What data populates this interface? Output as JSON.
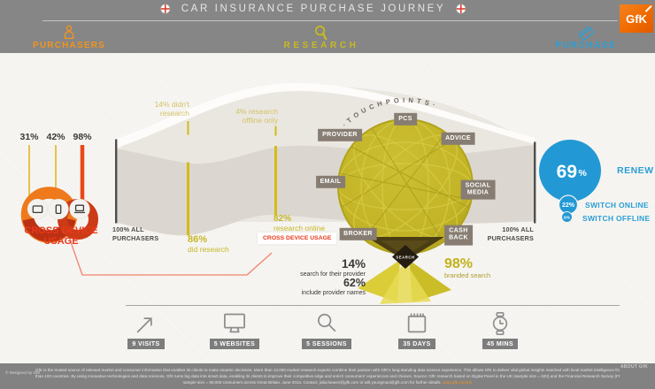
{
  "header": {
    "title": "CAR INSURANCE PURCHASE JOURNEY",
    "logo_text": "GfK",
    "stage_purchasers": "PURCHASERS",
    "stage_research": "RESEARCH",
    "stage_purchase": "PURCHASE"
  },
  "colors": {
    "purchasers_orange": "#f0941f",
    "research_yellow": "#c9b922",
    "purchase_blue": "#2299d5",
    "alert_red": "#e8391c",
    "globe_olive": "#c2b425",
    "band_gray": "#dbd6d0"
  },
  "cross_device": {
    "title": "CROSS DEVICE USAGE",
    "tablet_pct": "31%",
    "phone_pct": "42%",
    "laptop_pct": "98%",
    "mid_label": "CROSS DEVICE USAGE"
  },
  "flow": {
    "left_axis_line1": "100% ALL",
    "left_axis_line2": "PURCHASERS",
    "right_axis_line1": "100% ALL",
    "right_axis_line2": "PURCHASERS",
    "no_research_line1": "14% didn't",
    "no_research_line2": "research",
    "offline_only_line1": "4% research",
    "offline_only_line2": "offline only",
    "did_research_value": "86%",
    "did_research_label": "did research",
    "research_online_value": "82%",
    "research_online_label": "research online"
  },
  "touchpoints": {
    "arc_title": "· T O U C H P O I N T S ·",
    "pcs": "PCS",
    "provider": "PROVIDER",
    "advice": "ADVICE",
    "email": "EMAIL",
    "social_line1": "SOCIAL",
    "social_line2": "MEDIA",
    "broker": "BROKER",
    "cashback_line1": "CASH",
    "cashback_line2": "BACK",
    "search_label": "SEARCH"
  },
  "search_stats": {
    "provider_value": "14%",
    "provider_label": "search for their provider",
    "names_value": "62%",
    "names_label": "include provider names",
    "branded_value": "98%",
    "branded_label": "branded search"
  },
  "outcome": {
    "renew_value": "69",
    "renew_unit": "%",
    "renew_label": "RENEW",
    "switch_online_value": "22%",
    "switch_online_label": "SWITCH ONLINE",
    "switch_offline_value": "9%",
    "switch_offline_label": "SWITCH OFFLINE"
  },
  "metrics": [
    {
      "label": "9 VISITS",
      "icon": "cursor-arrow-icon"
    },
    {
      "label": "5 WEBSITES",
      "icon": "monitor-icon"
    },
    {
      "label": "5 SESSIONS",
      "icon": "magnifier-icon"
    },
    {
      "label": "35 DAYS",
      "icon": "calendar-icon"
    },
    {
      "label": "45 MINS",
      "icon": "watch-icon"
    }
  ],
  "footer": {
    "designed_by": "© Designed by GfK",
    "about": "ABOUT GfK",
    "line1": "GfK is the trusted source of relevant market and consumer information that enables its clients to make smarter decisions. More than 13,000 market research experts combine their passion with GfK's long-standing data science experience. This allows GfK to deliver vital global insights matched with local market intelligence from more",
    "line2": "than 100 countries. By using innovative technologies and data sciences, GfK turns big data into smart data, enabling its clients to improve their competitive edge and enrich consumers' experiences and choices. Source: GfK research based on Digital Panel in the UK (sample size = 620) and the Financial Research Survey (FRS) - the annual",
    "line3": "sample size = 60,000 consumers across Great Britain, June 2013. Contact: julia.beaver@gfk.com or will.youngman@gfk.com for further details.",
    "link": "www.gfk.com/uk"
  }
}
